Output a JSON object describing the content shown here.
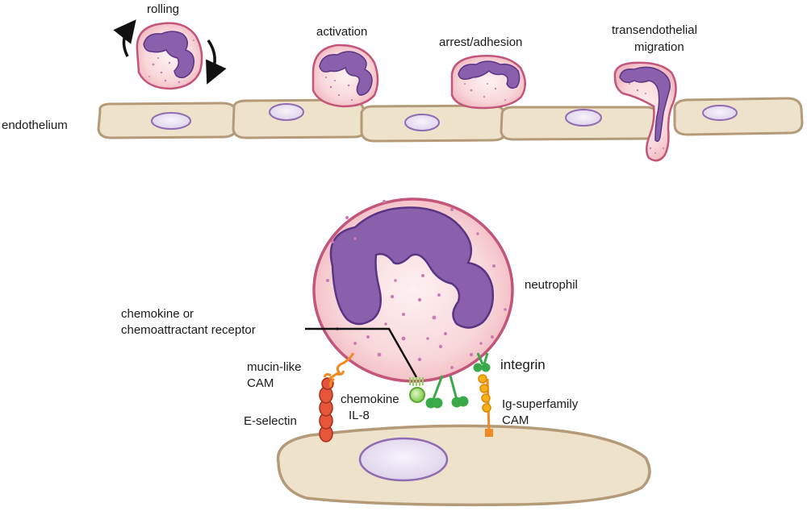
{
  "labels": {
    "rolling": "rolling",
    "activation": "activation",
    "arrest": "arrest/adhesion",
    "migration_line1": "transendothelial",
    "migration_line2": "migration",
    "endothelium": "endothelium",
    "neutrophil": "neutrophil",
    "receptor_line1": "chemokine or",
    "receptor_line2": "chemoattractant receptor",
    "mucin_line1": "mucin-like",
    "mucin_line2": "CAM",
    "integrin": "integrin",
    "chemokine_line1": "chemokine",
    "chemokine_line2": "IL-8",
    "e_selectin": "E-selectin",
    "igsf_line1": "Ig-superfamily",
    "igsf_line2": "CAM"
  },
  "colors": {
    "endothelial_fill": "#efe2cb",
    "endothelial_stroke": "#b39a78",
    "endo_nucleus_fill": "#ece6f3",
    "endo_nucleus_stroke": "#8f6bb3",
    "cell_fill": "#f7cfd2",
    "cell_stroke": "#c4557a",
    "nucleus_fill": "#8a5fab",
    "nucleus_stroke": "#5b3585",
    "granule": "#c97bb6",
    "selectin": "#d9472b",
    "mucin": "#f08a24",
    "integrin": "#3aa94a",
    "igsf": "#f5b01a",
    "chemokine": "#8fd35b"
  }
}
